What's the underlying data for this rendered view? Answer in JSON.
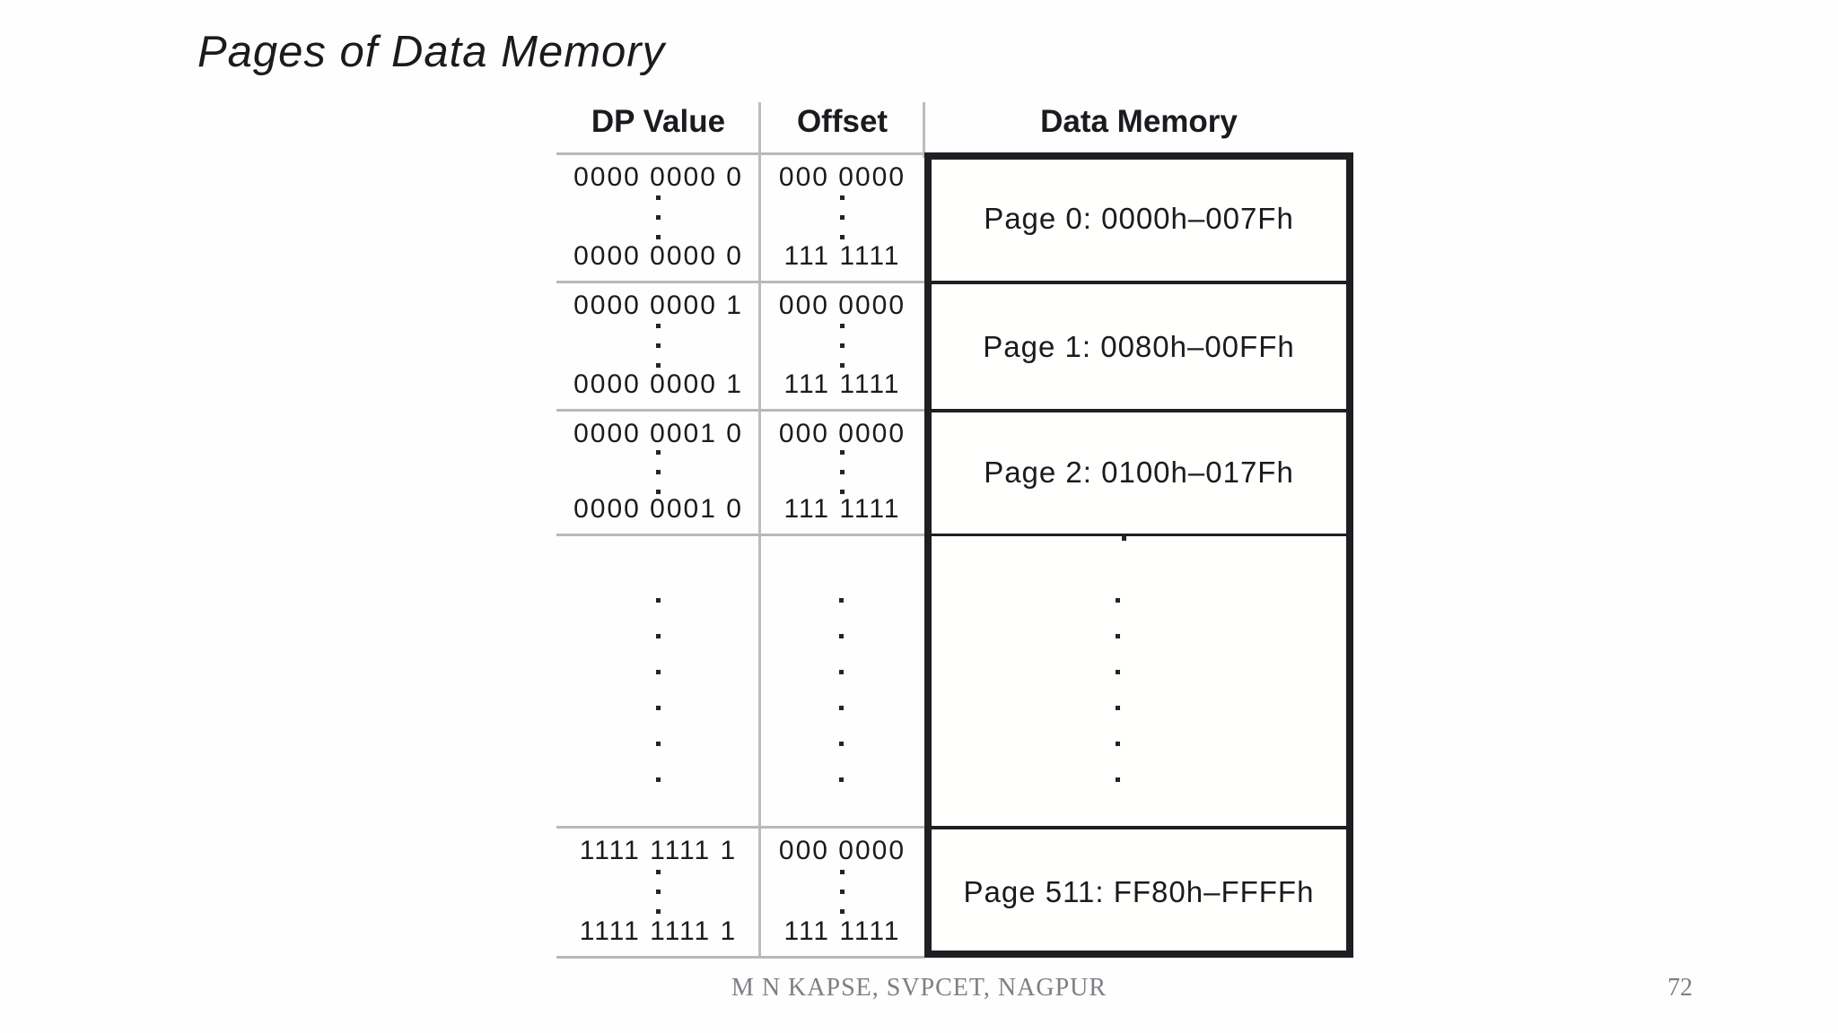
{
  "slide": {
    "title": "Pages of Data Memory"
  },
  "table": {
    "headers": {
      "dp": "DP Value",
      "offset": "Offset",
      "memory": "Data Memory"
    },
    "rows": [
      {
        "dp_top": "0000 0000 0",
        "dp_bottom": "0000 0000 0",
        "offset_top": "000 0000",
        "offset_bottom": "111 1111",
        "label": "Page 0: 0000h–007Fh"
      },
      {
        "dp_top": "0000 0000 1",
        "dp_bottom": "0000 0000 1",
        "offset_top": "000 0000",
        "offset_bottom": "111 1111",
        "label": "Page 1: 0080h–00FFh"
      },
      {
        "dp_top": "0000 0001 0",
        "dp_bottom": "0000 0001 0",
        "offset_top": "000 0000",
        "offset_bottom": "111 1111",
        "label": "Page 2: 0100h–017Fh"
      },
      {
        "dp_top": "1111 1111 1",
        "dp_bottom": "1111 1111 1",
        "offset_top": "000 0000",
        "offset_bottom": "111 1111",
        "label": "Page 511: FF80h–FFFFh"
      }
    ]
  },
  "footer": {
    "credit": "M N KAPSE, SVPCET, NAGPUR",
    "page_number": "72"
  },
  "colors": {
    "background": "#fefefe",
    "text": "#1b1b1f",
    "grid_line": "#b9b9b9",
    "box_border": "#1f1f23",
    "footer_text": "#7e7e84"
  }
}
